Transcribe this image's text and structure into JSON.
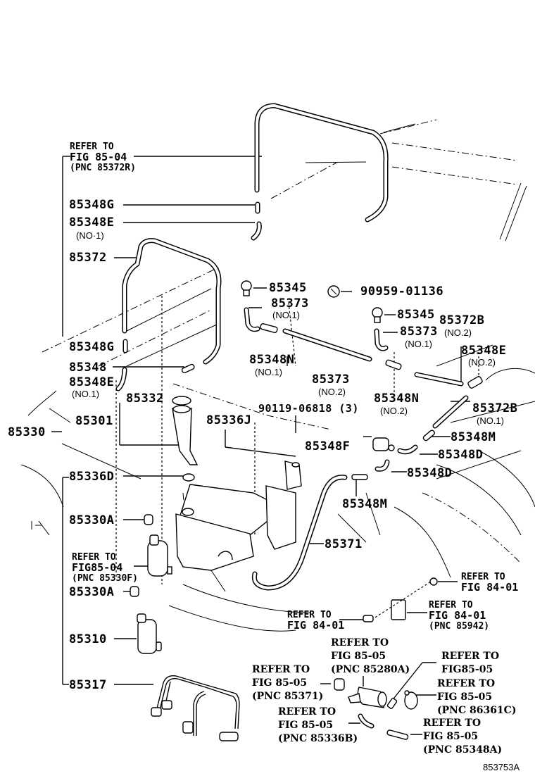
{
  "diagram": {
    "title_code": "853753A",
    "labels": {
      "ref_85372R": {
        "line1": "REFER TO",
        "line2": "FIG 85-04",
        "line3": "(PNC 85372R)"
      },
      "p85348G_top": "85348G",
      "p85348E_top": "85348E",
      "p85348E_top_sub": "(NO·1)",
      "p85372": "85372",
      "p85345_a": "85345",
      "p85373_a": "85373",
      "p85373_a_sub": "(NO.1)",
      "p90959": "90959-01136",
      "p85345_b": "85345",
      "p85373_b": "85373",
      "p85373_b_sub": "(NO.1)",
      "p85372B_top": "85372B",
      "p85372B_top_sub": "(NO.2)",
      "p85348E_right": "85348E",
      "p85348E_right_sub": "(NO.2)",
      "p85348G_mid": "85348G",
      "p85348": "85348",
      "p85348E_mid": "85348E",
      "p85348E_mid_sub": "(NO.1)",
      "p85348N_1": "85348N",
      "p85348N_1_sub": "(NO.1)",
      "p85373_c": "85373",
      "p85373_c_sub": "(NO.2)",
      "p85348N_2": "85348N",
      "p85348N_2_sub": "(NO.2)",
      "p85372B_low": "85372B",
      "p85372B_low_sub": "(NO.1)",
      "p85332": "85332",
      "p85330": "85330",
      "p85301": "85301",
      "p85336J": "85336J",
      "p90119": "90119-06818 (3)",
      "p85348F": "85348F",
      "p85348M_right": "85348M",
      "p85348D_a": "85348D",
      "p85348D_b": "85348D",
      "p85336D": "85336D",
      "p85348M_mid": "85348M",
      "p85330A_1": "85330A",
      "p85371": "85371",
      "ref_85330F": {
        "line1": "REFER TO",
        "line2": "FIG85-04",
        "line3": "(PNC 85330F)"
      },
      "p85330A_2": "85330A",
      "ref_84_01_right": {
        "line1": "REFER TO",
        "line2": "FIG 84-01"
      },
      "ref_84_01_left": {
        "line1": "REFER TO",
        "line2": "FIG 84-01"
      },
      "ref_85942": {
        "line1": "REFER TO",
        "line2": "FIG 84-01",
        "line3": "(PNC 85942)"
      },
      "p85310": "85310",
      "p85317": "85317",
      "ref_85280A": {
        "line1": "REFER TO",
        "line2": "FIG 85-05",
        "line3": "(PNC 85280A)"
      },
      "ref_85371": {
        "line1": "REFER TO",
        "line2": "FIG 85-05",
        "line3": "(PNC 85371)"
      },
      "ref_fig8505": {
        "line1": "REFER TO",
        "line2": "FIG85-05"
      },
      "ref_86361C": {
        "line1": "REFER TO",
        "line2": "FIG 85-05",
        "line3": "(PNC 86361C)"
      },
      "ref_85336B": {
        "line1": "REFER TO",
        "line2": "FIG 85-05",
        "line3": "(PNC 85336B)"
      },
      "ref_85348A": {
        "line1": "REFER TO",
        "line2": "FIG 85-05",
        "line3": "(PNC 85348A)"
      }
    }
  }
}
